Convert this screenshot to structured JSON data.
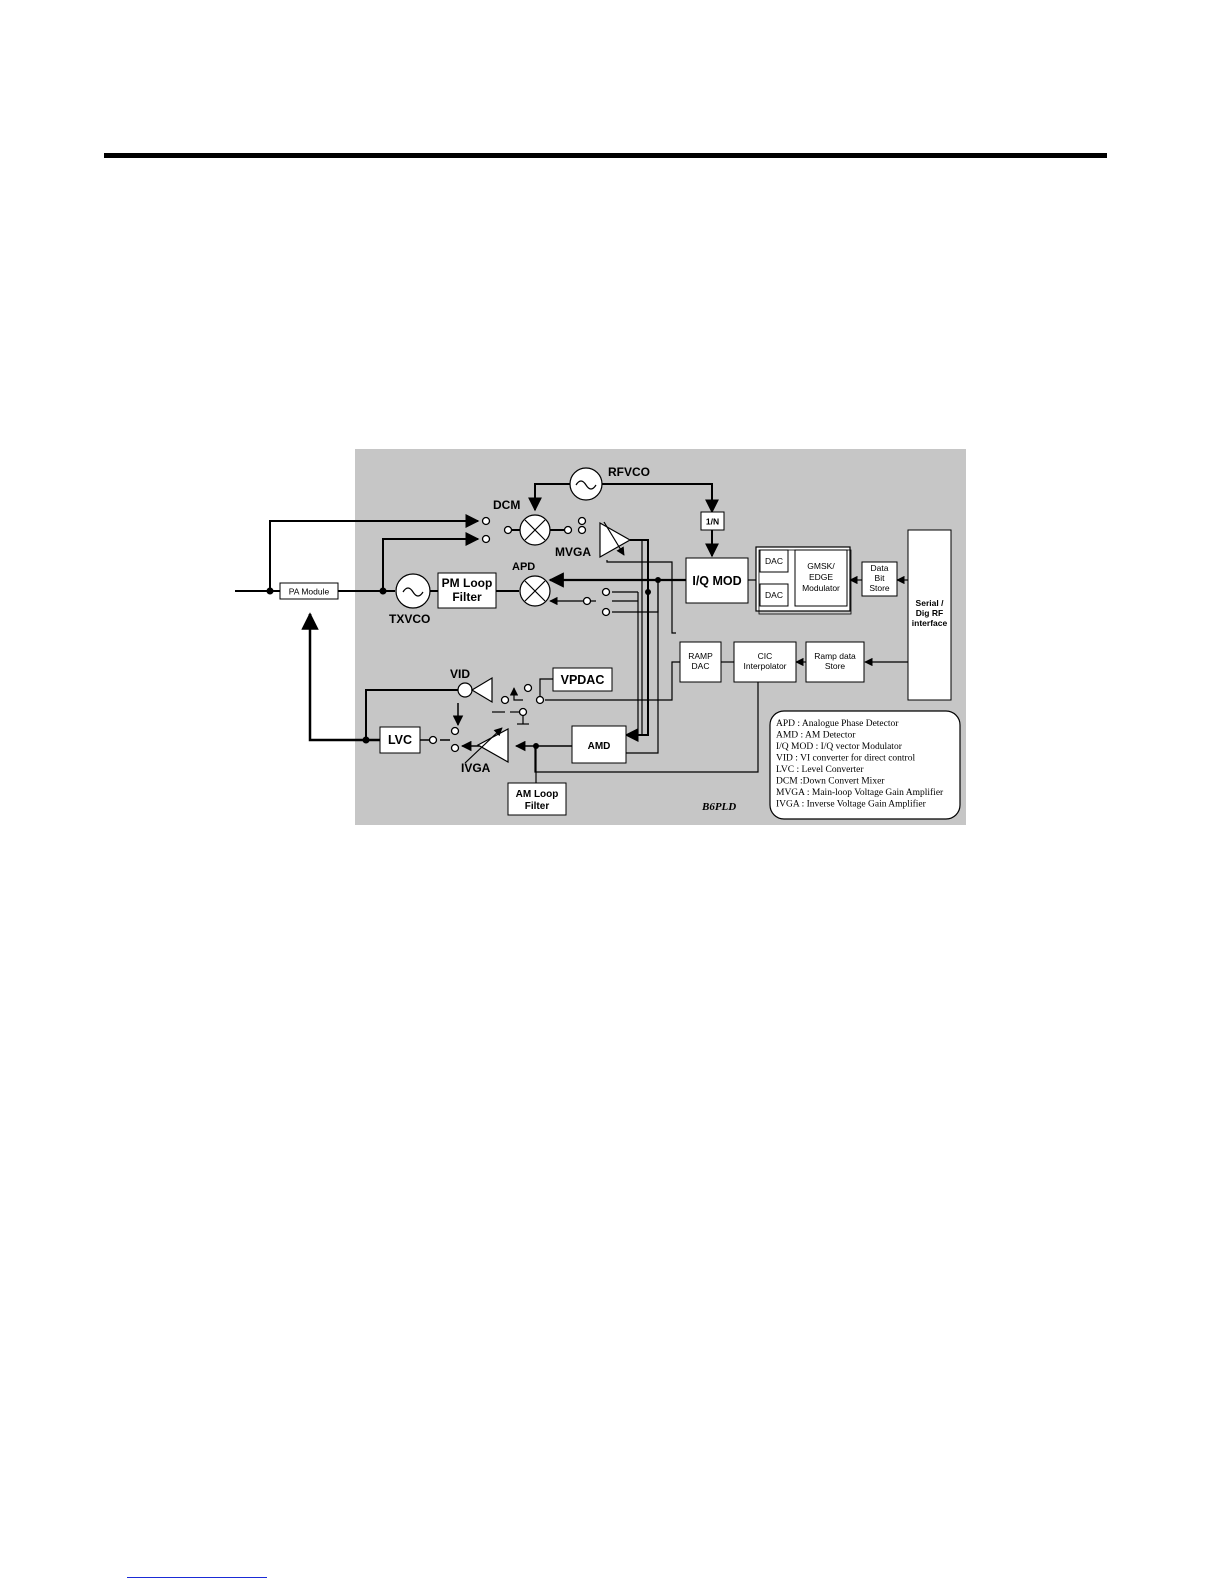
{
  "diagram": {
    "background_color": "#c6c6c6",
    "blocks": {
      "pa_module": "PA Module",
      "pm_loop_filter": [
        "PM Loop",
        "Filter"
      ],
      "iq_mod": "I/Q MOD",
      "divider": "1/N",
      "dac_top": "DAC",
      "dac_bottom": "DAC",
      "gmsk_edge": [
        "GMSK/",
        "EDGE",
        "Modulator"
      ],
      "data_bit_store": [
        "Data",
        "Bit",
        "Store"
      ],
      "serial_interface": [
        "Serial /",
        "Dig RF",
        "interface"
      ],
      "ramp_dac": [
        "RAMP",
        "DAC"
      ],
      "cic_interpolator": [
        "CIC",
        "Interpolator"
      ],
      "ramp_data_store": [
        "Ramp data",
        "Store"
      ],
      "vpdac": "VPDAC",
      "lvc": "LVC",
      "amd": "AMD",
      "am_loop_filter": [
        "AM Loop",
        "Filter"
      ]
    },
    "labels": {
      "rfvco": "RFVCO",
      "dcm": "DCM",
      "mvga": "MVGA",
      "apd": "APD",
      "txvco": "TXVCO",
      "vid": "VID",
      "ivga": "IVGA",
      "figure_code": "B6PLD"
    },
    "legend": [
      "APD : Analogue Phase Detector",
      "AMD : AM Detector",
      "I/Q MOD : I/Q vector Modulator",
      "VID : VI converter for direct control",
      "LVC : Level Converter",
      "DCM :Down Convert Mixer",
      "MVGA : Main-loop Voltage Gain Amplifier",
      "IVGA : Inverse Voltage Gain Amplifier"
    ]
  }
}
